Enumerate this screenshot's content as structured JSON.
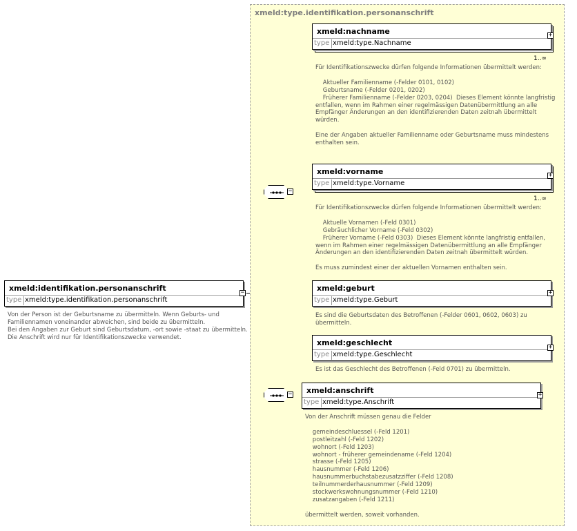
{
  "root": {
    "name": "xmeld:identifikation.personanschrift",
    "type_label": "type",
    "type_value": "xmeld:type.identifikation.personanschrift",
    "documentation": "Von der Person ist der Geburtsname zu übermitteln. Wenn Geburts- und\nFamiliennamen voneinander abweichen, sind beide zu übermitteln.\nBei den Angaben zur Geburt sind Geburtsdatum, -ort sowie -staat zu übermitteln.\nDie Anschrift wird nur für Identifikationszwecke verwendet."
  },
  "complex_type": {
    "title": "xmeld:type.identifikation.personanschrift"
  },
  "elements": [
    {
      "name": "xmeld:nachname",
      "type_label": "type",
      "type_value": "xmeld:type.Nachname",
      "cardinality": "1..∞",
      "documentation": "Für Identifikationszwecke dürfen folgende Informationen übermittelt werden:\n\n    Aktueller Familienname (-Felder 0101, 0102)\n    Geburtsname (-Felder 0201, 0202)\n    Früherer Familienname (-Felder 0203, 0204)  Dieses Element könnte langfristig\nentfallen, wenn im Rahmen einer regelmässigen Datenübermittlung an alle\nEmpfänger Änderungen an den identifizierenden Daten zeitnah übermittelt\nwürden.\n\nEine der Angaben aktueller Familienname oder Geburtsname muss mindestens\nenthalten sein."
    },
    {
      "name": "xmeld:vorname",
      "type_label": "type",
      "type_value": "xmeld:type.Vorname",
      "cardinality": "1..∞",
      "documentation": "Für Identifikationszwecke dürfen folgende Informationen übermittelt werden:\n\n    Aktuelle Vornamen (-Feld 0301)\n    Gebräuchlicher Vorname (-Feld 0302)\n    Früherer Vorname (-Feld 0303)  Dieses Element könnte langfristig entfallen,\nwenn im Rahmen einer regelmässigen Datenübermittlung an alle Empfänger\nÄnderungen an den identifizierenden Daten zeitnah übermittelt würden.\n\nEs muss zumindest einer der aktuellen Vornamen enthalten sein."
    },
    {
      "name": "xmeld:geburt",
      "type_label": "type",
      "type_value": "xmeld:type.Geburt",
      "documentation": "Es sind die Geburtsdaten des Betroffenen (-Felder 0601, 0602, 0603) zu\nübermitteln."
    },
    {
      "name": "xmeld:geschlecht",
      "type_label": "type",
      "type_value": "xmeld:type.Geschlecht",
      "documentation": "Es ist das Geschlecht des Betroffenen (-Feld 0701) zu übermitteln."
    },
    {
      "name": "xmeld:anschrift",
      "type_label": "type",
      "type_value": "xmeld:type.Anschrift",
      "documentation": "Von der Anschrift müssen genau die Felder\n\n    gemeindeschluessel (-Feld 1201)\n    postleitzahl (-Feld 1202)\n    wohnort (-Feld 1203)\n    wohnort - früherer gemeindename (-Feld 1204)\n    strasse (-Feld 1205)\n    hausnummer (-Feld 1206)\n    hausnummerbuchstabezusatzziffer (-Feld 1208)\n    teilnummerderhausnummer (-Feld 1209)\n    stockwerkswohnungsnummer (-Feld 1210)\n    zusatzangaben (-Feld 1211)\n\nübermittelt werden, soweit vorhanden."
    }
  ],
  "symbols": {
    "expand": "+",
    "collapse": "−"
  }
}
